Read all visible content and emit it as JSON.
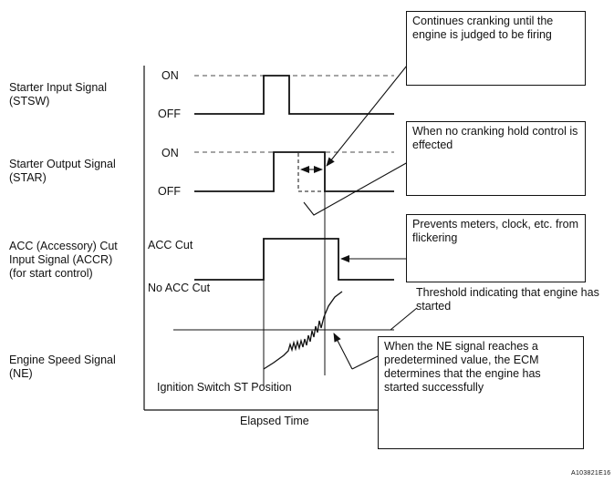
{
  "signals": [
    {
      "line1": "Starter Input Signal",
      "line2": "(STSW)",
      "line3": ""
    },
    {
      "line1": "Starter Output Signal",
      "line2": "(STAR)",
      "line3": ""
    },
    {
      "line1": "ACC (Accessory) Cut",
      "line2": "Input Signal (ACCR)",
      "line3": "(for start control)"
    },
    {
      "line1": "Engine Speed Signal",
      "line2": "(NE)",
      "line3": ""
    }
  ],
  "states": {
    "stsw_on": "ON",
    "stsw_off": "OFF",
    "star_on": "ON",
    "star_off": "OFF",
    "acc_cut": "ACC Cut",
    "no_acc_cut": "No ACC Cut"
  },
  "notes": {
    "cranking": "Continues cranking until the engine is judged to be firing",
    "no_hold": "When no cranking hold control is effected",
    "flicker": "Prevents meters, clock, etc. from flickering",
    "threshold": "Threshold indicating that engine has started",
    "ne_reached": "When the NE signal reaches a predetermined value, the ECM determines that the engine has started successfully"
  },
  "axis": {
    "ignition": "Ignition Switch ST Position",
    "elapsed": "Elapsed Time"
  },
  "figure_code": "A103821E16"
}
